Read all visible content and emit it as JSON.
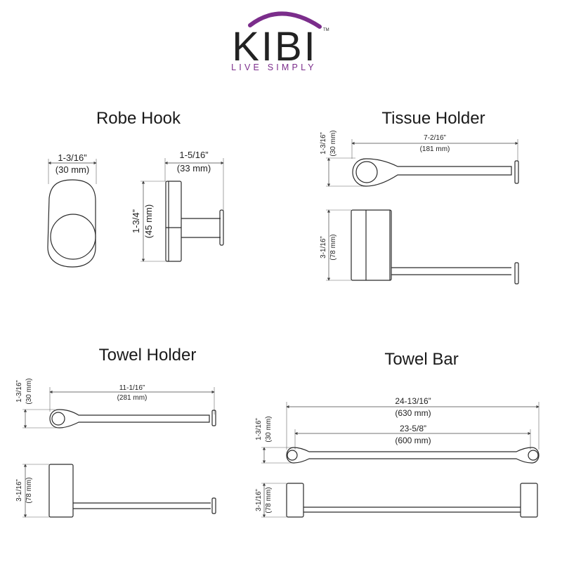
{
  "brand": {
    "name": "KIBI",
    "tagline": "LIVE SIMPLY",
    "trademark": "TM",
    "accent_color": "#7b2d8b"
  },
  "sections": {
    "robe_hook": {
      "title": "Robe Hook",
      "width_in": "1-3/16”",
      "width_mm": "(30 mm)",
      "depth_in": "1-5/16”",
      "depth_mm": "(33 mm)",
      "height_in": "1-3/4”",
      "height_mm": "(45 mm)"
    },
    "tissue_holder": {
      "title": "Tissue Holder",
      "length_in": "7-2/16”",
      "length_mm": "(181 mm)",
      "width_in": "1-3/16”",
      "width_mm": "(30 mm)",
      "height_in": "3-1/16”",
      "height_mm": "(78 mm)"
    },
    "towel_holder": {
      "title": "Towel Holder",
      "length_in": "11-1/16”",
      "length_mm": "(281 mm)",
      "width_in": "1-3/16”",
      "width_mm": "(30 mm)",
      "height_in": "3-1/16”",
      "height_mm": "(78 mm)"
    },
    "towel_bar": {
      "title": "Towel Bar",
      "overall_in": "24-13/16”",
      "overall_mm": "(630 mm)",
      "inner_in": "23-5/8”",
      "inner_mm": "(600 mm)",
      "width_in": "1-3/16”",
      "width_mm": "(30 mm)",
      "height_in": "3-1/16”",
      "height_mm": "(78 mm)"
    }
  }
}
